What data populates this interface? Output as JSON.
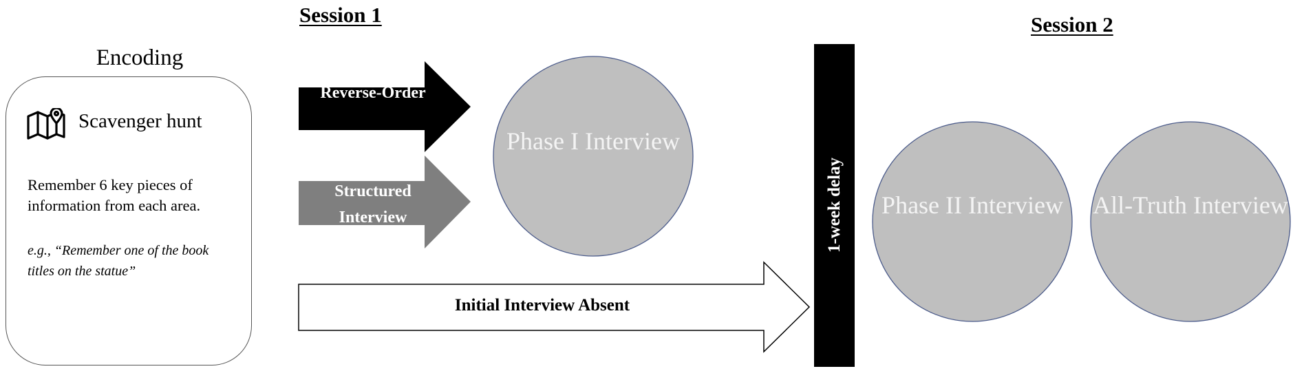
{
  "sessions": {
    "session1": "Session 1",
    "session2": "Session 2"
  },
  "encoding": {
    "title": "Encoding",
    "activity": "Scavenger hunt",
    "activity_icon": "map-location-icon",
    "instruction": "Remember 6 key pieces of information from each area.",
    "example": "e.g., “Remember one of the book titles on the statue”"
  },
  "conditions": {
    "reverse_order": "Reverse-Order",
    "structured": "Structured Interview",
    "absent": "Initial Interview Absent"
  },
  "phases": {
    "phase1": "Phase I Interview",
    "phase2": "Phase II Interview",
    "all_truth": "All-Truth Interview"
  },
  "delay": "1-week delay",
  "colors": {
    "reverse_arrow": "#000000",
    "structured_arrow": "#7f7f7f",
    "absent_arrow": "#ffffff",
    "circle_fill": "#bfbfbf",
    "circle_stroke": "#4a5a8a",
    "circle_text": "#f4f4f4",
    "delay_bar": "#000000"
  }
}
